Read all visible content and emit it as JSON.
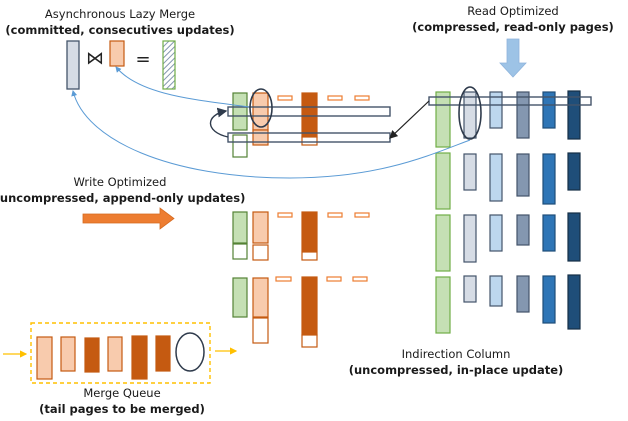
{
  "title": "Lazy merge storage architecture diagram",
  "labels": {
    "lazy_merge": {
      "title": "Asynchronous Lazy Merge",
      "subtitle": "(committed, consecutives updates)"
    },
    "read_optimized": {
      "title": "Read Optimized",
      "subtitle": "(compressed, read-only pages)"
    },
    "write_optimized": {
      "title": "Write Optimized",
      "subtitle": "(uncompressed, append-only updates)"
    },
    "indirection": {
      "title": "Indirection Column",
      "subtitle": "(uncompressed, in-place update)"
    },
    "merge_queue": {
      "title": "Merge Queue",
      "subtitle": "(tail pages to be merged)"
    }
  },
  "symbols": {
    "join": "⋈",
    "equals": "="
  },
  "colors": {
    "base_light": "#d6dce5",
    "base_sky": "#bdd7ee",
    "base_slate": "#8497b0",
    "base_blue": "#2e75b6",
    "base_navy": "#1f4e79",
    "indirection_green": "#c5e0b4",
    "tail_light": "#f8cbad",
    "tail_dark": "#c55a11",
    "arrow_orange": "#ed7d31",
    "arrow_blue": "#9dc3e6",
    "queue_border": "#ffc000",
    "outline": "#44546a"
  }
}
